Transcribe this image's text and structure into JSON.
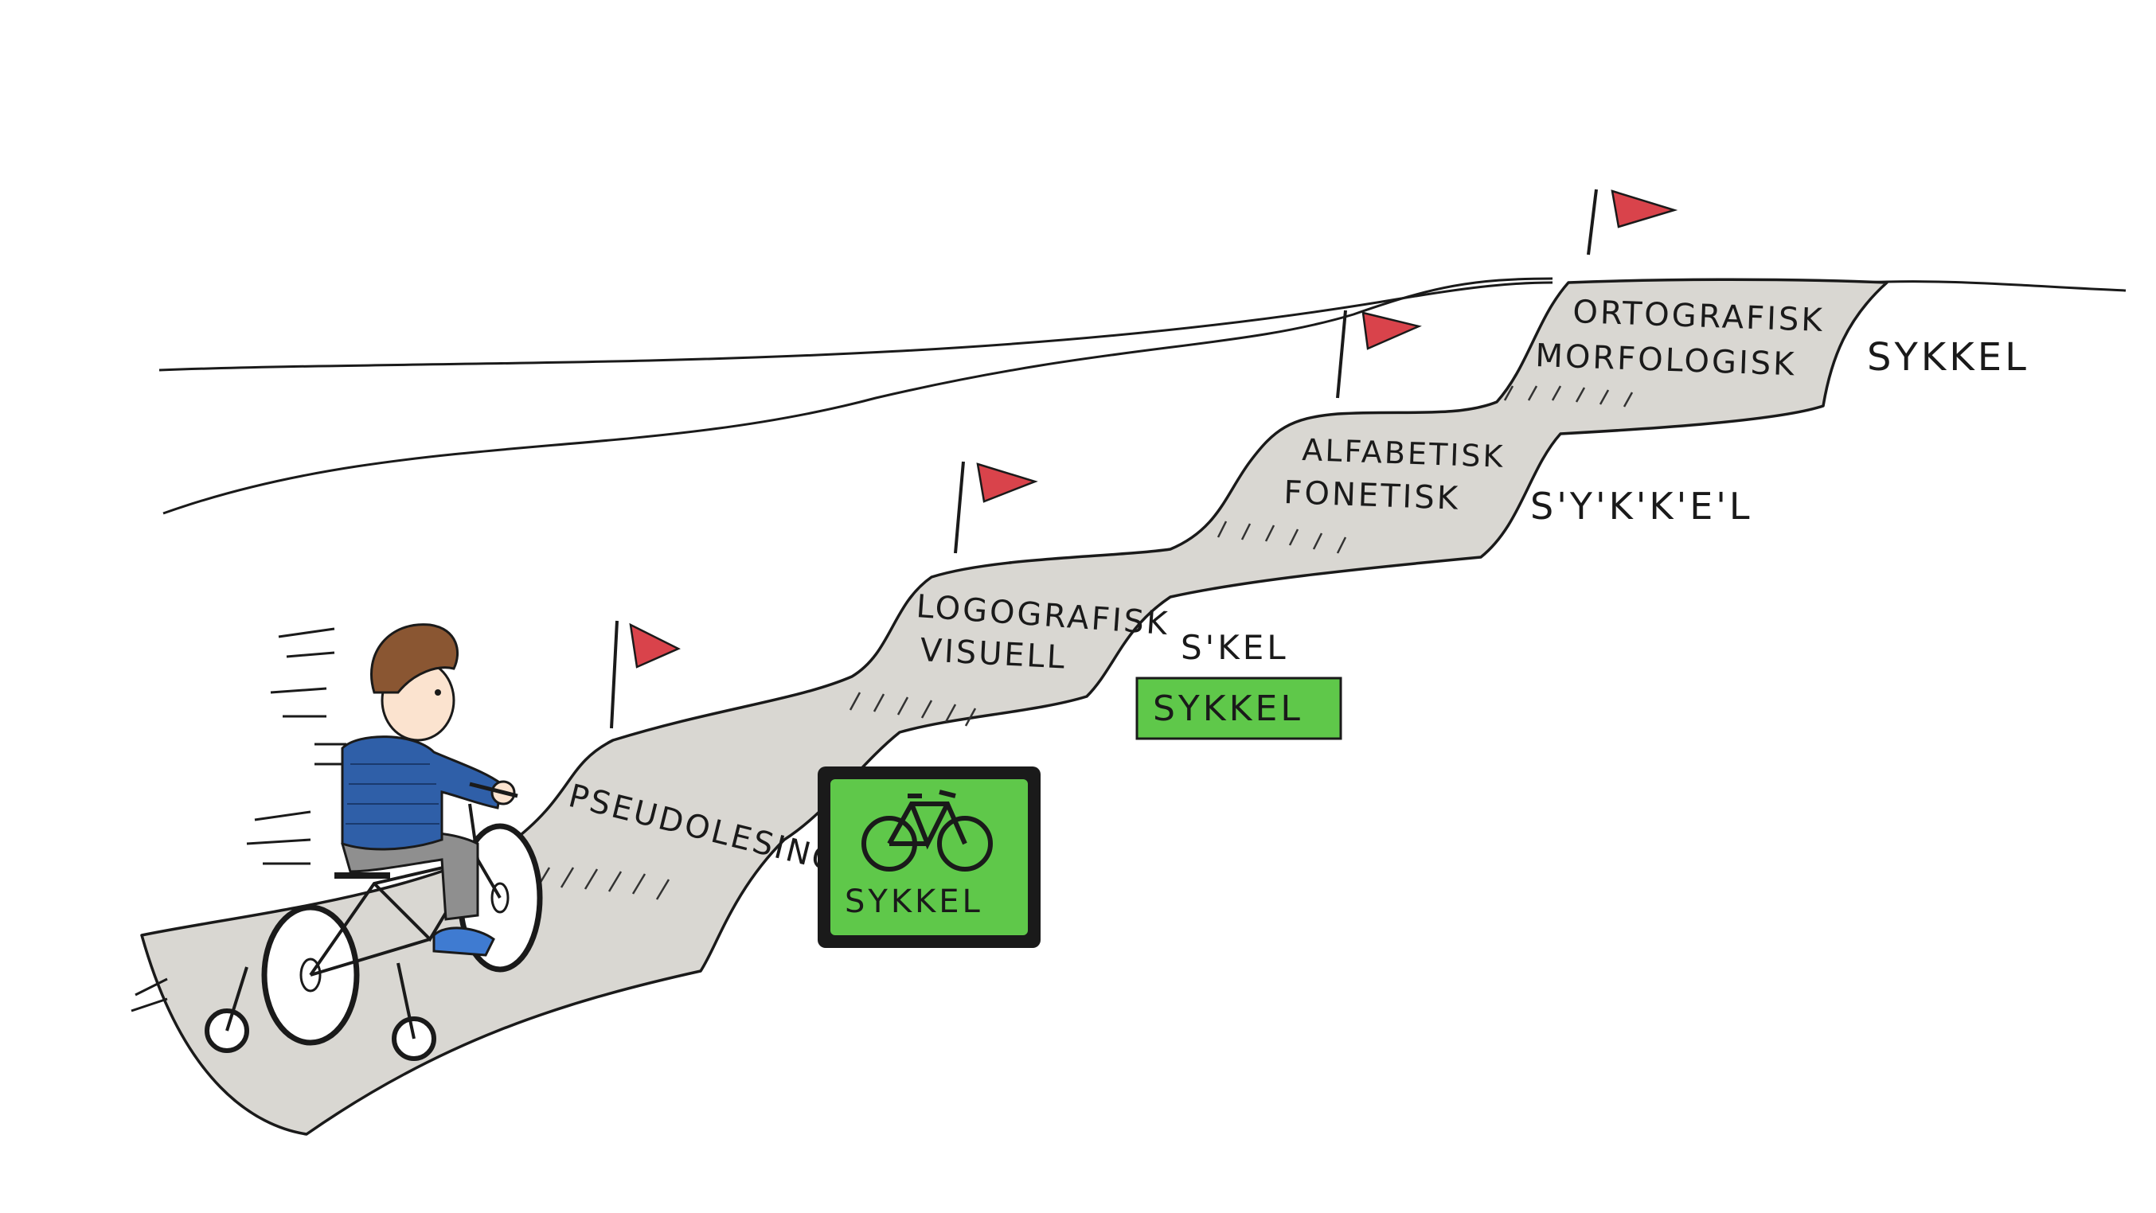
{
  "stages": [
    {
      "label": "PSEUDOLESING"
    },
    {
      "label_line1": "LOGOGRAFISK",
      "label_line2": "VISUELL"
    },
    {
      "label_line1": "ALFABETISK",
      "label_line2": "FONETISK"
    },
    {
      "label_line1": "ORTOGRAFISK",
      "label_line2": "MORFOLOGISK"
    }
  ],
  "words": {
    "sign": "SYKKEL",
    "skel": "S'KEL",
    "green_word": "SYKKEL",
    "segmented": "S'Y'K'K'E'L",
    "final": "SYKKEL"
  },
  "colors": {
    "road": "#d9d7d2",
    "flag": "#d9434b",
    "sign_green": "#5fc84a",
    "label_green": "#5fc84a",
    "shirt": "#2f5fa8",
    "hair": "#8a5632",
    "pants": "#8f8f8f",
    "shoe": "#3f7bd1"
  },
  "icons": {
    "flag": "flag-icon",
    "bicycle": "bicycle-icon"
  }
}
